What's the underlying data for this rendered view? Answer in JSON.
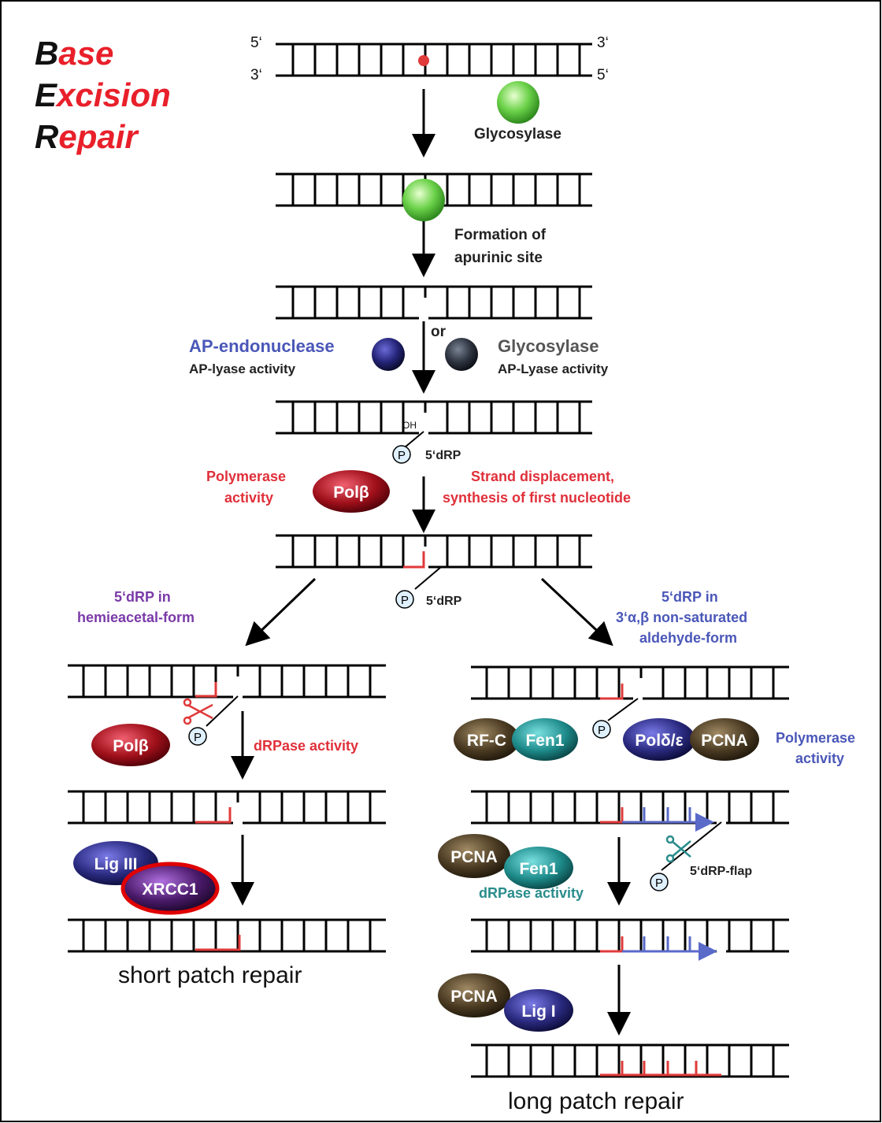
{
  "title": {
    "line1": {
      "initial": "B",
      "rest": "ase"
    },
    "line2": {
      "initial": "E",
      "rest": "xcision"
    },
    "line3": {
      "initial": "R",
      "rest": "epair"
    }
  },
  "strand_ends": {
    "five_prime": "5‘",
    "three_prime": "3‘"
  },
  "labels": {
    "glycosylase": "Glycosylase",
    "formation_1": "Formation of",
    "formation_2": "apurinic site",
    "or": "or",
    "ap_endonuclease": "AP-endonuclease",
    "ap_lyase_activity": "AP-lyase activity",
    "glycosylase_2": "Glycosylase",
    "ap_lyase_activity_2": "AP-Lyase activity",
    "oh": "OH",
    "p": "P",
    "drp_5": "5‘dRP",
    "polymerase_activity_1": "Polymerase",
    "polymerase_activity_2": "activity",
    "strand_disp_1": "Strand displacement,",
    "strand_disp_2": "synthesis of first nucleotide",
    "hemi_1": "5‘dRP in",
    "hemi_2": "hemieacetal-form",
    "ald_1": "5‘dRP in",
    "ald_2": "3‘α,β non-saturated",
    "ald_3": "aldehyde-form",
    "drpase_activity": "dRPase activity",
    "polymerase_right_1": "Polymerase",
    "polymerase_right_2": "activity",
    "drp_flap": "5‘dRP-flap",
    "drpase_activity_teal": "dRPase activity",
    "short_patch": "short  patch  repair",
    "long_patch": "long  patch  repair"
  },
  "proteins": {
    "pol_beta": "Polβ",
    "rfc": "RF-C",
    "fen1": "Fen1",
    "pol_delta": "Polδ/ε",
    "pcna": "PCNA",
    "lig3": "Lig III",
    "xrcc1": "XRCC1",
    "lig1": "Lig I"
  },
  "colors": {
    "title_initial": "#111111",
    "title_rest": "#e8202a",
    "damage": "#e03a3a",
    "glycosylase": "#5ec840",
    "ap_endonuclease": "#2a2a7a",
    "glycosylase_dark": "#2e3440",
    "pol_beta": "#a0101a",
    "rfc": "#4a3a22",
    "fen1": "#1e8a8a",
    "pol_delta": "#2a2a80",
    "pcna": "#4a3a22",
    "lig": "#22206a",
    "xrcc1": "#4a1a6a",
    "highlight": "#e00000",
    "new_synthesis": "#5a6ac8"
  }
}
